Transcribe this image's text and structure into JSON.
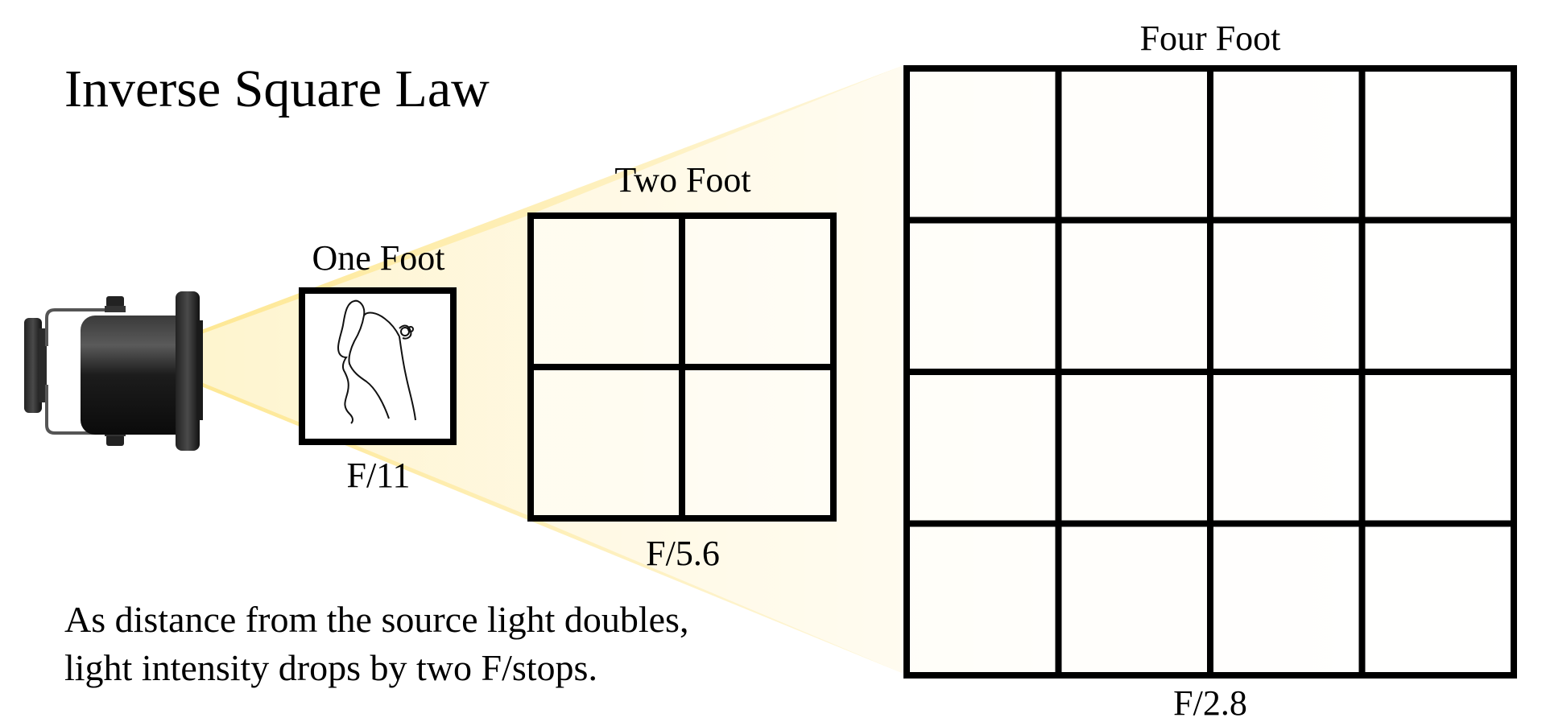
{
  "title": "Inverse Square Law",
  "caption": {
    "line1": "As distance from the source light doubles,",
    "line2": "light intensity drops by two F/stops."
  },
  "panels": [
    {
      "distance": "One Foot",
      "fstop": "F/11",
      "grid": 1
    },
    {
      "distance": "Two Foot",
      "fstop": "F/5.6",
      "grid": 2
    },
    {
      "distance": "Four Foot",
      "fstop": "F/2.8",
      "grid": 4
    }
  ],
  "colors": {
    "beam": "#fde89a",
    "grid_stroke": "#000000",
    "light_body": "#1a1a1a"
  },
  "icons": {
    "light_source": "spotlight-icon",
    "subject": "woman-silhouette-icon"
  }
}
